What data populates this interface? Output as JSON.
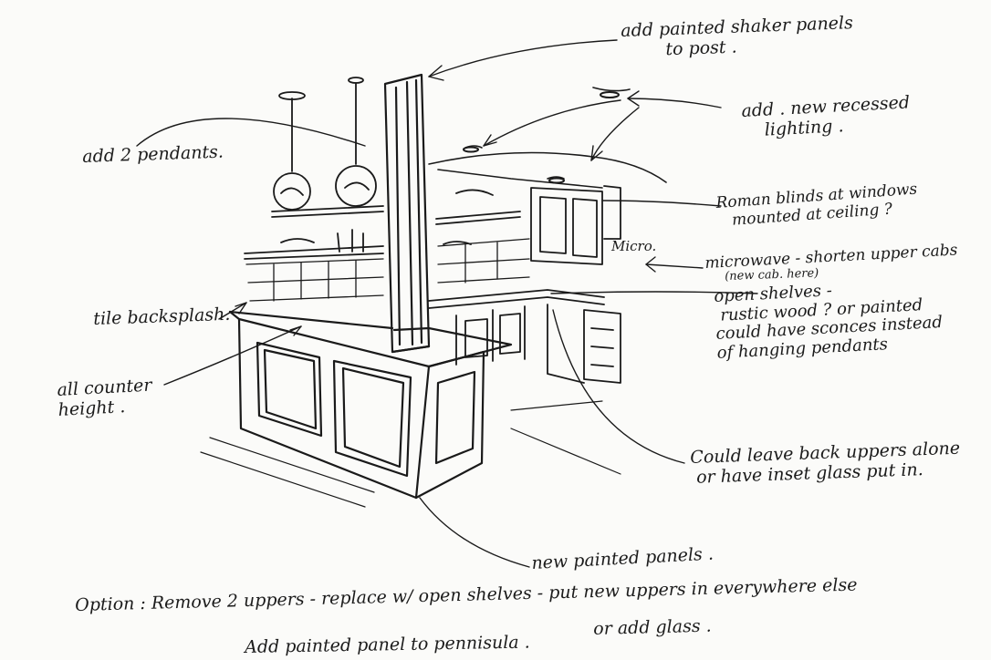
{
  "annotations": {
    "post_panels": "add painted shaker panels\n        to post .",
    "pendants": "add 2 pendants.",
    "recessed": "add . new recessed\n    lighting .",
    "roman_blinds": "Roman blinds at windows\n   mounted at ceiling ?",
    "micro_label": "Micro.",
    "microwave": "microwave - shorten upper cabs",
    "new_cab_here": "(new cab. here)",
    "open_shelves": "open shelves -\n rustic wood ? or painted\ncould have sconces instead\nof hanging pendants",
    "tile_backsplash": "tile backsplash.",
    "counter_height": "all counter\nheight .",
    "back_uppers": "Could leave back uppers alone\n or have inset glass put in.",
    "new_panels": "new painted panels .",
    "option_line1": "Option : Remove 2 uppers - replace w/ open shelves - put new uppers in everywhere else",
    "option_line2": "or add glass .",
    "option_line3": "Add painted panel to pennisula ."
  },
  "colors": {
    "ink": "#1a1a1a",
    "paper": "#fbfbf9"
  }
}
